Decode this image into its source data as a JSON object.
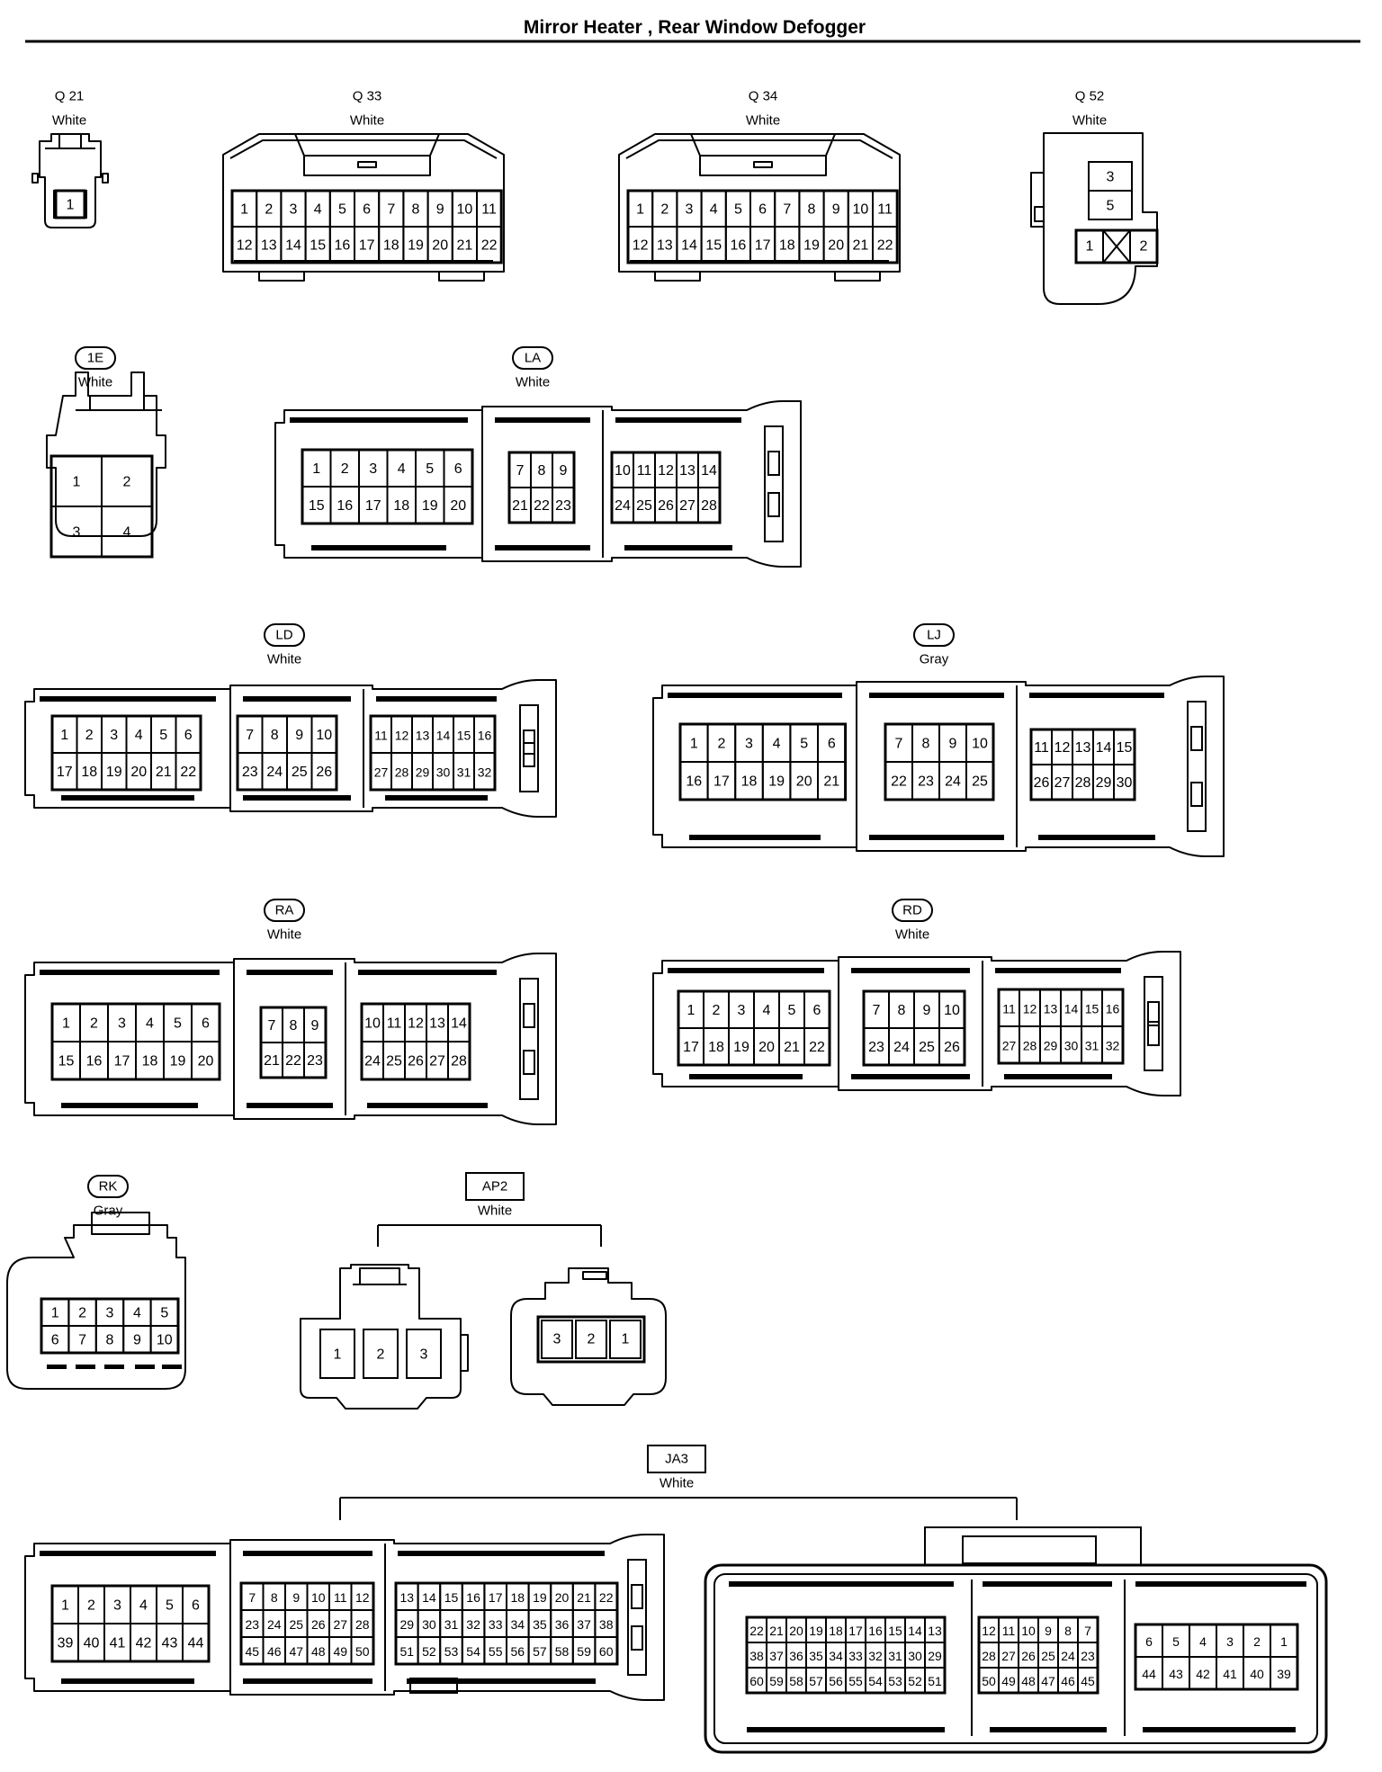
{
  "page": {
    "title": "Mirror Heater , Rear Window Defogger"
  },
  "connectors": [
    {
      "id": "Q 21",
      "label_style": "plain",
      "color": "White",
      "rows": [
        [
          "1"
        ]
      ]
    },
    {
      "id": "Q 33",
      "label_style": "plain",
      "color": "White",
      "rows": [
        [
          "1",
          "2",
          "3",
          "4",
          "5",
          "6",
          "7",
          "8",
          "9",
          "10",
          "11"
        ],
        [
          "12",
          "13",
          "14",
          "15",
          "16",
          "17",
          "18",
          "19",
          "20",
          "21",
          "22"
        ]
      ]
    },
    {
      "id": "Q 34",
      "label_style": "plain",
      "color": "White",
      "rows": [
        [
          "1",
          "2",
          "3",
          "4",
          "5",
          "6",
          "7",
          "8",
          "9",
          "10",
          "11"
        ],
        [
          "12",
          "13",
          "14",
          "15",
          "16",
          "17",
          "18",
          "19",
          "20",
          "21",
          "22"
        ]
      ]
    },
    {
      "id": "Q 52",
      "label_style": "plain",
      "color": "White",
      "pins": [
        "3",
        "5",
        "1",
        "2"
      ]
    },
    {
      "id": "1E",
      "label_style": "oval",
      "color": "White",
      "rows": [
        [
          "1",
          "2"
        ],
        [
          "3",
          "4"
        ]
      ]
    },
    {
      "id": "LA",
      "label_style": "oval",
      "color": "White",
      "groups": [
        [
          [
            "1",
            "2",
            "3",
            "4",
            "5",
            "6"
          ],
          [
            "15",
            "16",
            "17",
            "18",
            "19",
            "20"
          ]
        ],
        [
          [
            "7",
            "8",
            "9"
          ],
          [
            "21",
            "22",
            "23"
          ]
        ],
        [
          [
            "10",
            "11",
            "12",
            "13",
            "14"
          ],
          [
            "24",
            "25",
            "26",
            "27",
            "28"
          ]
        ]
      ]
    },
    {
      "id": "LD",
      "label_style": "oval",
      "color": "White",
      "groups": [
        [
          [
            "1",
            "2",
            "3",
            "4",
            "5",
            "6"
          ],
          [
            "17",
            "18",
            "19",
            "20",
            "21",
            "22"
          ]
        ],
        [
          [
            "7",
            "8",
            "9",
            "10"
          ],
          [
            "23",
            "24",
            "25",
            "26"
          ]
        ],
        [
          [
            "11",
            "12",
            "13",
            "14",
            "15",
            "16"
          ],
          [
            "27",
            "28",
            "29",
            "30",
            "31",
            "32"
          ]
        ]
      ]
    },
    {
      "id": "LJ",
      "label_style": "oval",
      "color": "Gray",
      "groups": [
        [
          [
            "1",
            "2",
            "3",
            "4",
            "5",
            "6"
          ],
          [
            "16",
            "17",
            "18",
            "19",
            "20",
            "21"
          ]
        ],
        [
          [
            "7",
            "8",
            "9",
            "10"
          ],
          [
            "22",
            "23",
            "24",
            "25"
          ]
        ],
        [
          [
            "11",
            "12",
            "13",
            "14",
            "15"
          ],
          [
            "26",
            "27",
            "28",
            "29",
            "30"
          ]
        ]
      ]
    },
    {
      "id": "RA",
      "label_style": "oval",
      "color": "White",
      "groups": [
        [
          [
            "1",
            "2",
            "3",
            "4",
            "5",
            "6"
          ],
          [
            "15",
            "16",
            "17",
            "18",
            "19",
            "20"
          ]
        ],
        [
          [
            "7",
            "8",
            "9"
          ],
          [
            "21",
            "22",
            "23"
          ]
        ],
        [
          [
            "10",
            "11",
            "12",
            "13",
            "14"
          ],
          [
            "24",
            "25",
            "26",
            "27",
            "28"
          ]
        ]
      ]
    },
    {
      "id": "RD",
      "label_style": "oval",
      "color": "White",
      "groups": [
        [
          [
            "1",
            "2",
            "3",
            "4",
            "5",
            "6"
          ],
          [
            "17",
            "18",
            "19",
            "20",
            "21",
            "22"
          ]
        ],
        [
          [
            "7",
            "8",
            "9",
            "10"
          ],
          [
            "23",
            "24",
            "25",
            "26"
          ]
        ],
        [
          [
            "11",
            "12",
            "13",
            "14",
            "15",
            "16"
          ],
          [
            "27",
            "28",
            "29",
            "30",
            "31",
            "32"
          ]
        ]
      ]
    },
    {
      "id": "RK",
      "label_style": "oval",
      "color": "Gray",
      "rows": [
        [
          "1",
          "2",
          "3",
          "4",
          "5"
        ],
        [
          "6",
          "7",
          "8",
          "9",
          "10"
        ]
      ]
    },
    {
      "id": "AP2",
      "label_style": "box",
      "color": "White",
      "parts": [
        [
          "1",
          "2",
          "3"
        ],
        [
          "3",
          "2",
          "1"
        ]
      ]
    },
    {
      "id": "JA3",
      "label_style": "box",
      "color": "White",
      "parts": [
        [
          [
            [
              "1",
              "2",
              "3",
              "4",
              "5",
              "6"
            ],
            [
              "39",
              "40",
              "41",
              "42",
              "43",
              "44"
            ]
          ],
          [
            [
              "7",
              "8",
              "9",
              "10",
              "11",
              "12"
            ],
            [
              "23",
              "24",
              "25",
              "26",
              "27",
              "28"
            ],
            [
              "45",
              "46",
              "47",
              "48",
              "49",
              "50"
            ]
          ],
          [
            [
              "13",
              "14",
              "15",
              "16",
              "17",
              "18",
              "19",
              "20",
              "21",
              "22"
            ],
            [
              "29",
              "30",
              "31",
              "32",
              "33",
              "34",
              "35",
              "36",
              "37",
              "38"
            ],
            [
              "51",
              "52",
              "53",
              "54",
              "55",
              "56",
              "57",
              "58",
              "59",
              "60"
            ]
          ]
        ],
        [
          [
            [
              "22",
              "21",
              "20",
              "19",
              "18",
              "17",
              "16",
              "15",
              "14",
              "13"
            ],
            [
              "38",
              "37",
              "36",
              "35",
              "34",
              "33",
              "32",
              "31",
              "30",
              "29"
            ],
            [
              "60",
              "59",
              "58",
              "57",
              "56",
              "55",
              "54",
              "53",
              "52",
              "51"
            ]
          ],
          [
            [
              "12",
              "11",
              "10",
              "9",
              "8",
              "7"
            ],
            [
              "28",
              "27",
              "26",
              "25",
              "24",
              "23"
            ],
            [
              "50",
              "49",
              "48",
              "47",
              "46",
              "45"
            ]
          ],
          [
            [
              "6",
              "5",
              "4",
              "3",
              "2",
              "1"
            ],
            [
              "44",
              "43",
              "42",
              "41",
              "40",
              "39"
            ]
          ]
        ]
      ]
    }
  ]
}
